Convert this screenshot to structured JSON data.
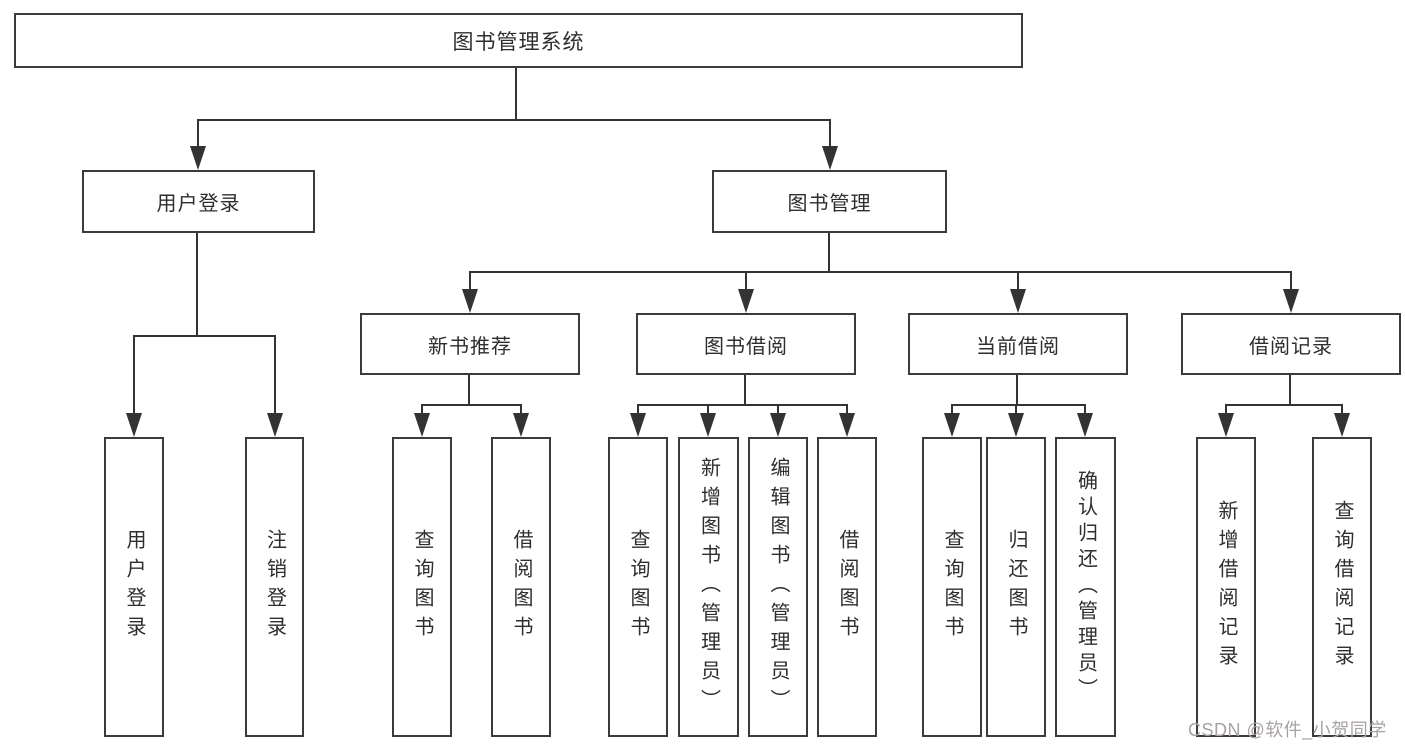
{
  "diagram": {
    "root": {
      "label": "图书管理系统"
    },
    "level2": [
      {
        "label": "用户登录"
      },
      {
        "label": "图书管理"
      }
    ],
    "level3": [
      {
        "label": "新书推荐"
      },
      {
        "label": "图书借阅"
      },
      {
        "label": "当前借阅"
      },
      {
        "label": "借阅记录"
      }
    ],
    "leaves": {
      "user_login": [
        "用户登录",
        "注销登录"
      ],
      "new_book_recommend": [
        "查询图书",
        "借阅图书"
      ],
      "book_borrow": [
        "查询图书",
        "新增图书（管理员）",
        "编辑图书（管理员）",
        "借阅图书"
      ],
      "current_borrow": [
        "查询图书",
        "归还图书",
        "确认归还（管理员）"
      ],
      "borrow_record": [
        "新增借阅记录",
        "查询借阅记录"
      ]
    }
  },
  "watermark": {
    "text": "CSDN @软件_小贺同学"
  },
  "colors": {
    "line": "#333333",
    "box_border": "#3b3b3b",
    "text": "#2e2e2e",
    "watermark": "#a8a2a2",
    "background": "#ffffff"
  }
}
